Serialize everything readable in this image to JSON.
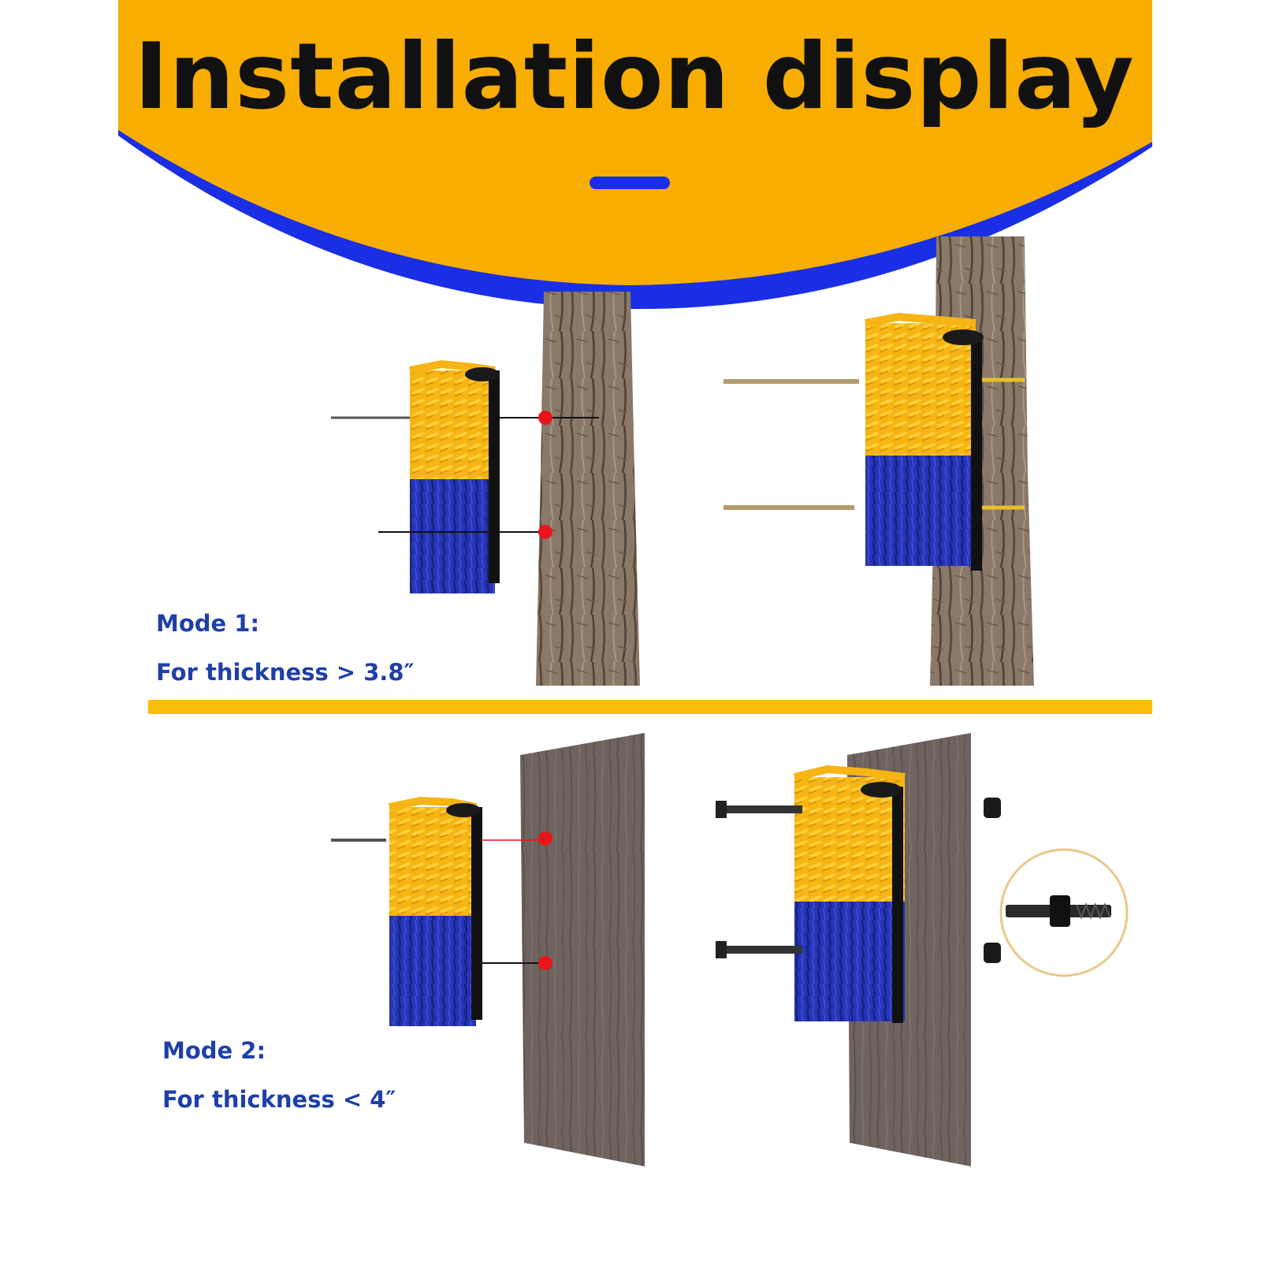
{
  "banner": {
    "title": "Installation display"
  },
  "mode1": {
    "label": "Mode 1:",
    "desc": "For thickness > 3.8″"
  },
  "mode2": {
    "label": "Mode 2:",
    "desc": "For thickness < 4″"
  },
  "colors": {
    "banner_orange": "#f8ad02",
    "banner_blue": "#1a2ee6",
    "divider_yellow": "#f9bd0a",
    "text_blue": "#1f3fa8",
    "bristle_yellow": "#f6b514",
    "bristle_blue": "#2634b5",
    "marker_red": "#e8151b",
    "tree_brown": "#8a7868",
    "board_brown": "#6f6360",
    "inset_ring": "#e9c98a"
  }
}
